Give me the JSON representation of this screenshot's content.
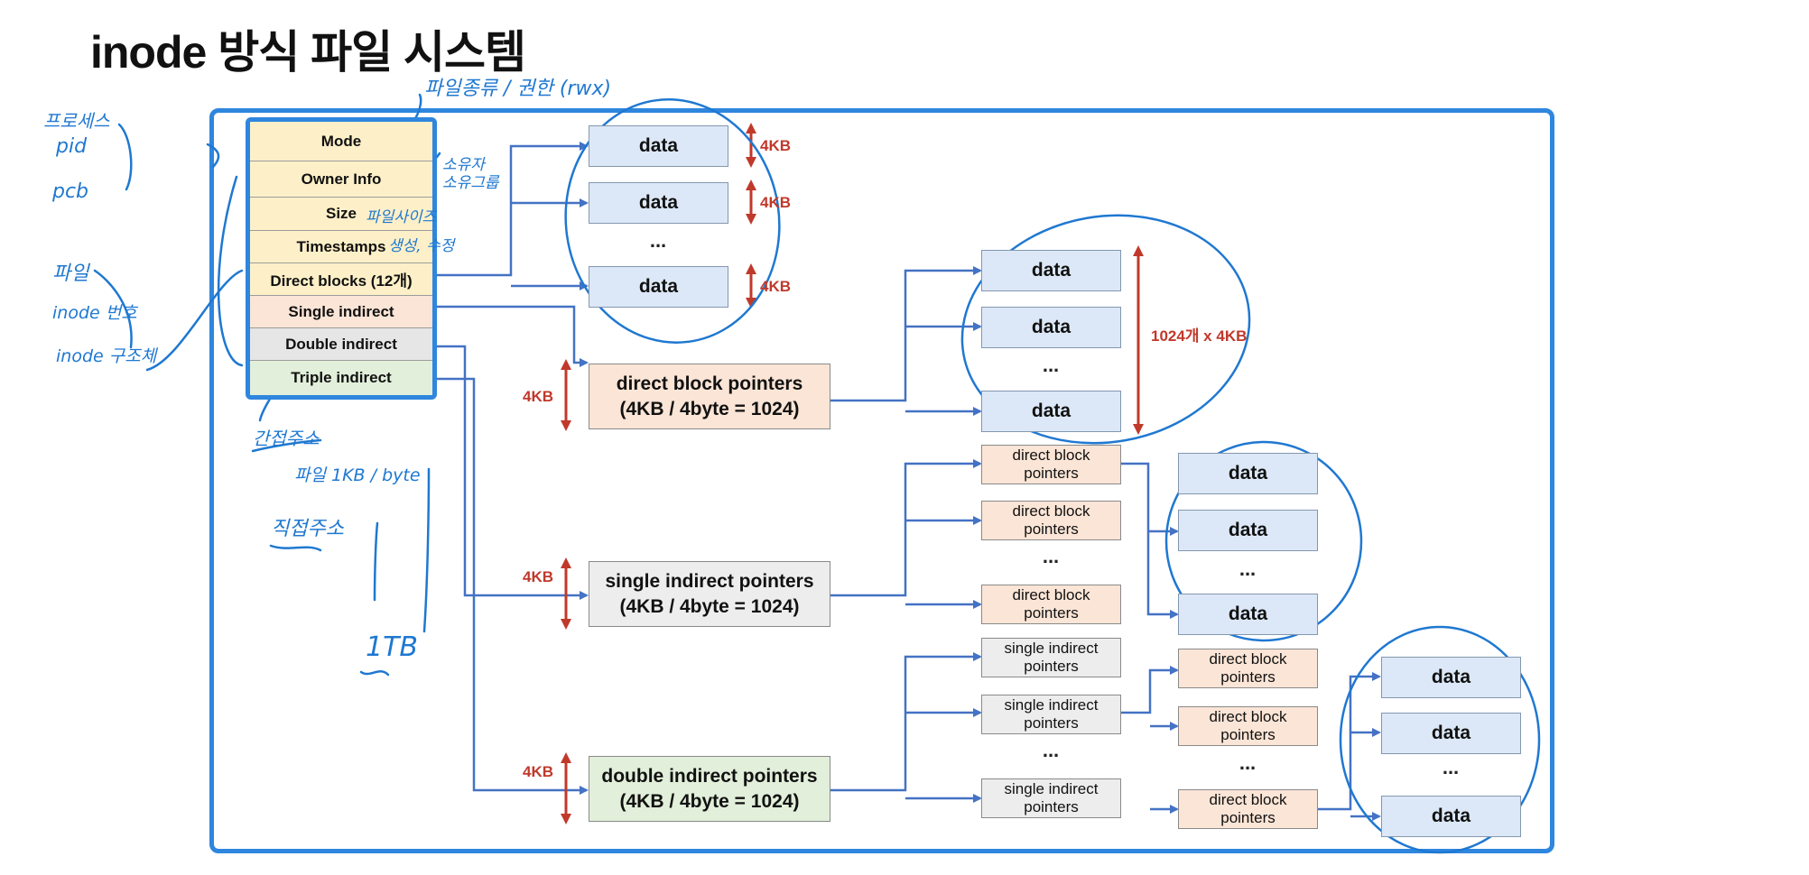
{
  "title": "inode 방식 파일 시스템",
  "inode_fields": [
    "Mode",
    "Owner Info",
    "Size",
    "Timestamps",
    "Direct blocks (12개)",
    "Single indirect",
    "Double indirect",
    "Triple indirect"
  ],
  "data_label": "data",
  "ellipsis": "...",
  "size_4kb": "4KB",
  "size_1024x4kb": "1024개 x 4KB",
  "direct_block_pointers": "direct block pointers",
  "single_indirect_pointers": "single indirect pointers",
  "ptr_direct_line1": "direct block",
  "ptr_direct_line2": "pointers",
  "ptr_single_line1": "single indirect",
  "ptr_single_line2": "pointers",
  "big_direct": "direct block pointers",
  "big_single": "single indirect pointers",
  "big_double": "double indirect pointers",
  "big_formula": "(4KB / 4byte = 1024)",
  "annotations": {
    "mode_note": "파일종류 / 권한 (rwx)",
    "process": "프로세스",
    "pid": "pid",
    "pcb": "pcb",
    "owner_note1": "소유자",
    "owner_note2": "소유그룹",
    "size_note": "파일사이즈",
    "time_note": "생성, 수정",
    "file": "파일",
    "inode_number": "inode 번호",
    "inode_struct": "inode 구조체",
    "indirect_addr": "간접주소",
    "file_size": "파일 1KB / byte",
    "direct_addr": "직접주소",
    "one_tb": "1TB"
  }
}
